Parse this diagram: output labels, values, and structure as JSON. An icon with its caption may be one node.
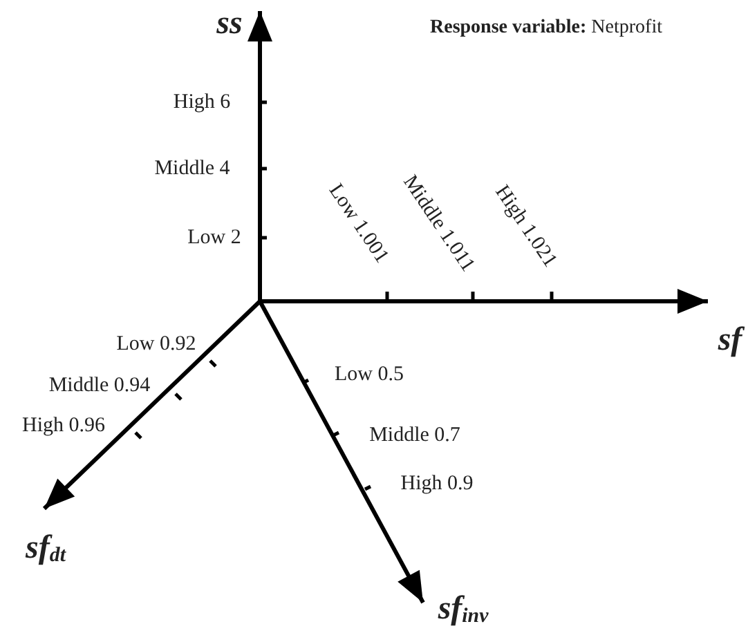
{
  "diagram": {
    "labels": [
      "**Response variable:** Netprofit",
      "ss",
      "High 6",
      "Middle 4",
      "Low 2",
      "Low 1.001",
      "Middle 1.011",
      "High 1.021",
      "sf",
      "Low 0.92",
      "Middle 0.94",
      "High 0.96",
      "Low 0.5",
      "Middle 0.7",
      "High 0.9",
      "sf$_{dt}$",
      "sf$_{inv}$"
    ]
  }
}
